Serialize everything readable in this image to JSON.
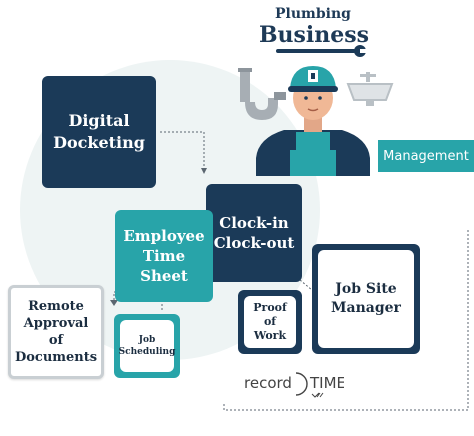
{
  "header": {
    "title_top": "Plumbing",
    "title_big": "Business"
  },
  "badge": {
    "management": "Management"
  },
  "boxes": {
    "digital_docketing": "Digital Docketing",
    "clock": "Clock-in Clock-out",
    "employee_time_sheet": "Employee Time Sheet",
    "remote_approval": "Remote Approval of Documents",
    "job_scheduling": "Job Scheduling",
    "proof_of_work": "Proof of Work",
    "job_site_manager": "Job Site Manager"
  },
  "logo": {
    "left": "record",
    "right": "TIME"
  },
  "colors": {
    "navy": "#1b3a58",
    "teal": "#28a4a9",
    "border_gray": "#c9cfd3",
    "bg_circle": "#eef4f4"
  }
}
